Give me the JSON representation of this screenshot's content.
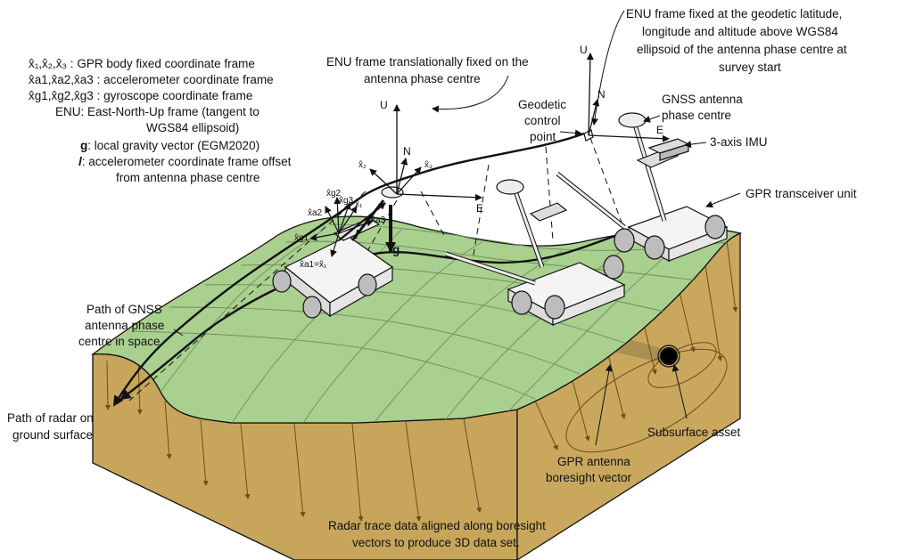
{
  "colors": {
    "terrain": "#a9d08e",
    "terrain_grid": "#6e8e5c",
    "soil": "#c7a65c",
    "soil_dark": "#b08e43",
    "line": "#111111",
    "wheel": "#bdbdbd"
  },
  "legend": {
    "gpr_frame_sym": "x̂₁,x̂₂,x̂₃",
    "gpr_frame": "GPR body fixed coordinate frame",
    "acc_frame_sym": "x̂a1,x̂a2,x̂a3",
    "acc_frame": "accelerometer coordinate frame",
    "gyro_frame_sym": "x̂g1,x̂g2,x̂g3",
    "gyro_frame": "gyroscope coordinate frame",
    "enu_line1": "ENU: East-North-Up  frame (tangent to",
    "enu_line2": "WGS84 ellipsoid)",
    "g_sym": "g",
    "g_text": ": local gravity vector (EGM2020)",
    "l_sym": "l",
    "l_text_line1": ": accelerometer coordinate frame offset",
    "l_text_line2": "from antenna phase centre"
  },
  "labels": {
    "enu_translational_1": "ENU frame translationally fixed on the",
    "enu_translational_2": "antenna phase centre",
    "enu_fixed_1": "ENU frame fixed at the geodetic latitude,",
    "enu_fixed_2": "longitude and altitude above WGS84",
    "enu_fixed_3": "ellipsoid of the antenna phase centre at",
    "enu_fixed_4": "survey start",
    "control_point_1": "Geodetic",
    "control_point_2": "control",
    "control_point_3": "point",
    "gnss_antenna_1": "GNSS antenna",
    "gnss_antenna_2": "phase centre",
    "imu": "3-axis IMU",
    "transceiver": "GPR transceiver unit",
    "path_gnss_1": "Path of GNSS",
    "path_gnss_2": "antenna phase",
    "path_gnss_3": "centre in space",
    "path_radar_1": "Path of radar on",
    "path_radar_2": "ground surface",
    "asset": "Subsurface asset",
    "boresight_1": "GPR antenna",
    "boresight_2": "boresight vector",
    "radar_trace_1": "Radar trace data aligned along boresight",
    "radar_trace_2": "vectors to produce 3D data set."
  },
  "axes": {
    "u": "U",
    "n": "N",
    "e": "E",
    "x1": "x̂₁",
    "x2": "x̂₂",
    "x3": "x̂₃",
    "xa1": "x̂a1",
    "xa2": "x̂a2",
    "xa3": "x̂a3",
    "xg1": "x̂g1",
    "xg2": "x̂g2",
    "xg3": "x̂g3",
    "xa1_eq": "x̂a1=x̂₁",
    "l": "l",
    "g": "g"
  }
}
